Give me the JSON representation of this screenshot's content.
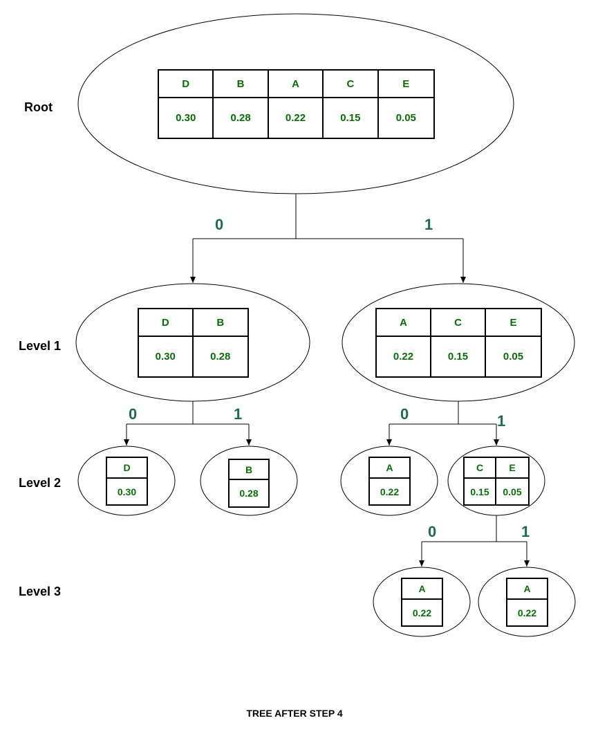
{
  "levels": {
    "root": "Root",
    "level1": "Level 1",
    "level2": "Level 2",
    "level3": "Level 3"
  },
  "edge_labels": [
    "0",
    "1",
    "0",
    "1",
    "0",
    "1",
    "0",
    "1"
  ],
  "caption": "TREE AFTER STEP 4",
  "colors": {
    "symbol_text": "#0a6b0a",
    "edge_label": "#1f6b4b"
  },
  "nodes": [
    {
      "id": "root",
      "symbols": [
        "D",
        "B",
        "A",
        "C",
        "E"
      ],
      "probs": [
        "0.30",
        "0.28",
        "0.22",
        "0.15",
        "0.05"
      ]
    },
    {
      "id": "l1-left",
      "symbols": [
        "D",
        "B"
      ],
      "probs": [
        "0.30",
        "0.28"
      ]
    },
    {
      "id": "l1-right",
      "symbols": [
        "A",
        "C",
        "E"
      ],
      "probs": [
        "0.22",
        "0.15",
        "0.05"
      ]
    },
    {
      "id": "l2-d",
      "symbols": [
        "D"
      ],
      "probs": [
        "0.30"
      ]
    },
    {
      "id": "l2-b",
      "symbols": [
        "B"
      ],
      "probs": [
        "0.28"
      ]
    },
    {
      "id": "l2-a",
      "symbols": [
        "A"
      ],
      "probs": [
        "0.22"
      ]
    },
    {
      "id": "l2-ce",
      "symbols": [
        "C",
        "E"
      ],
      "probs": [
        "0.15",
        "0.05"
      ]
    },
    {
      "id": "l3-left",
      "symbols": [
        "A"
      ],
      "probs": [
        "0.22"
      ]
    },
    {
      "id": "l3-right",
      "symbols": [
        "A"
      ],
      "probs": [
        "0.22"
      ]
    }
  ]
}
